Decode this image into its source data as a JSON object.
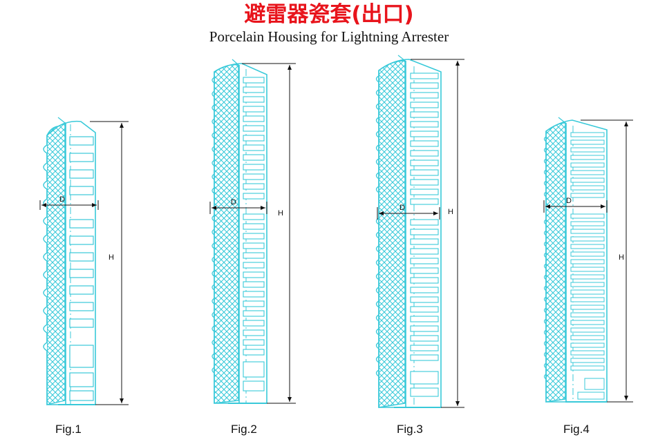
{
  "title": {
    "cn": "避雷器瓷套(出口)",
    "en": "Porcelain Housing for Lightning Arrester"
  },
  "colors": {
    "porcelain": "#38c9d9",
    "dimension": "#111111",
    "title_red": "#e8141c"
  },
  "labels": {
    "diameter": "D",
    "height": "H"
  },
  "figures": [
    {
      "caption": "Fig.1"
    },
    {
      "caption": "Fig.2"
    },
    {
      "caption": "Fig.3"
    },
    {
      "caption": "Fig.4"
    }
  ]
}
